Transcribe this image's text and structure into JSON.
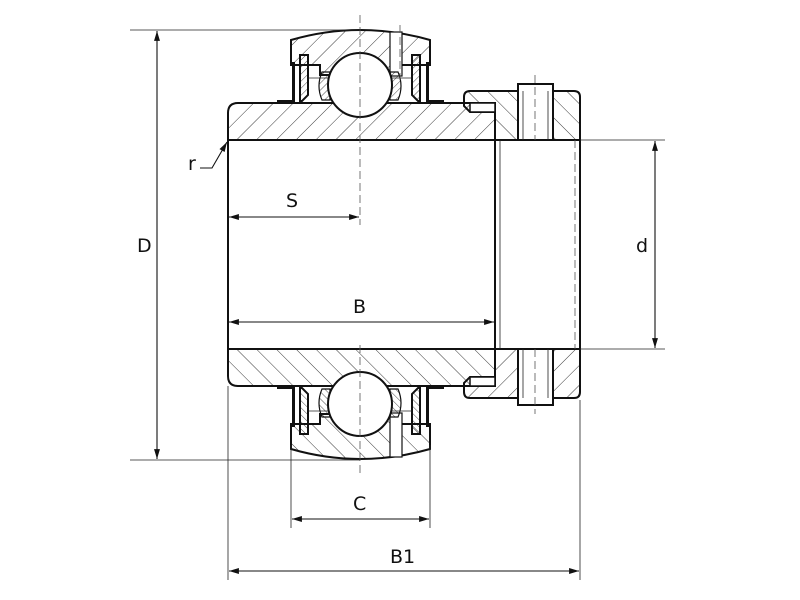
{
  "diagram": {
    "type": "insert bearing with eccentric locking collar, cross-section",
    "labels": {
      "D": "D",
      "d": "d",
      "S": "S",
      "B": "B",
      "C": "C",
      "B1": "B1",
      "r": "r"
    },
    "colors": {
      "line": "#111111",
      "background": "#ffffff"
    }
  }
}
